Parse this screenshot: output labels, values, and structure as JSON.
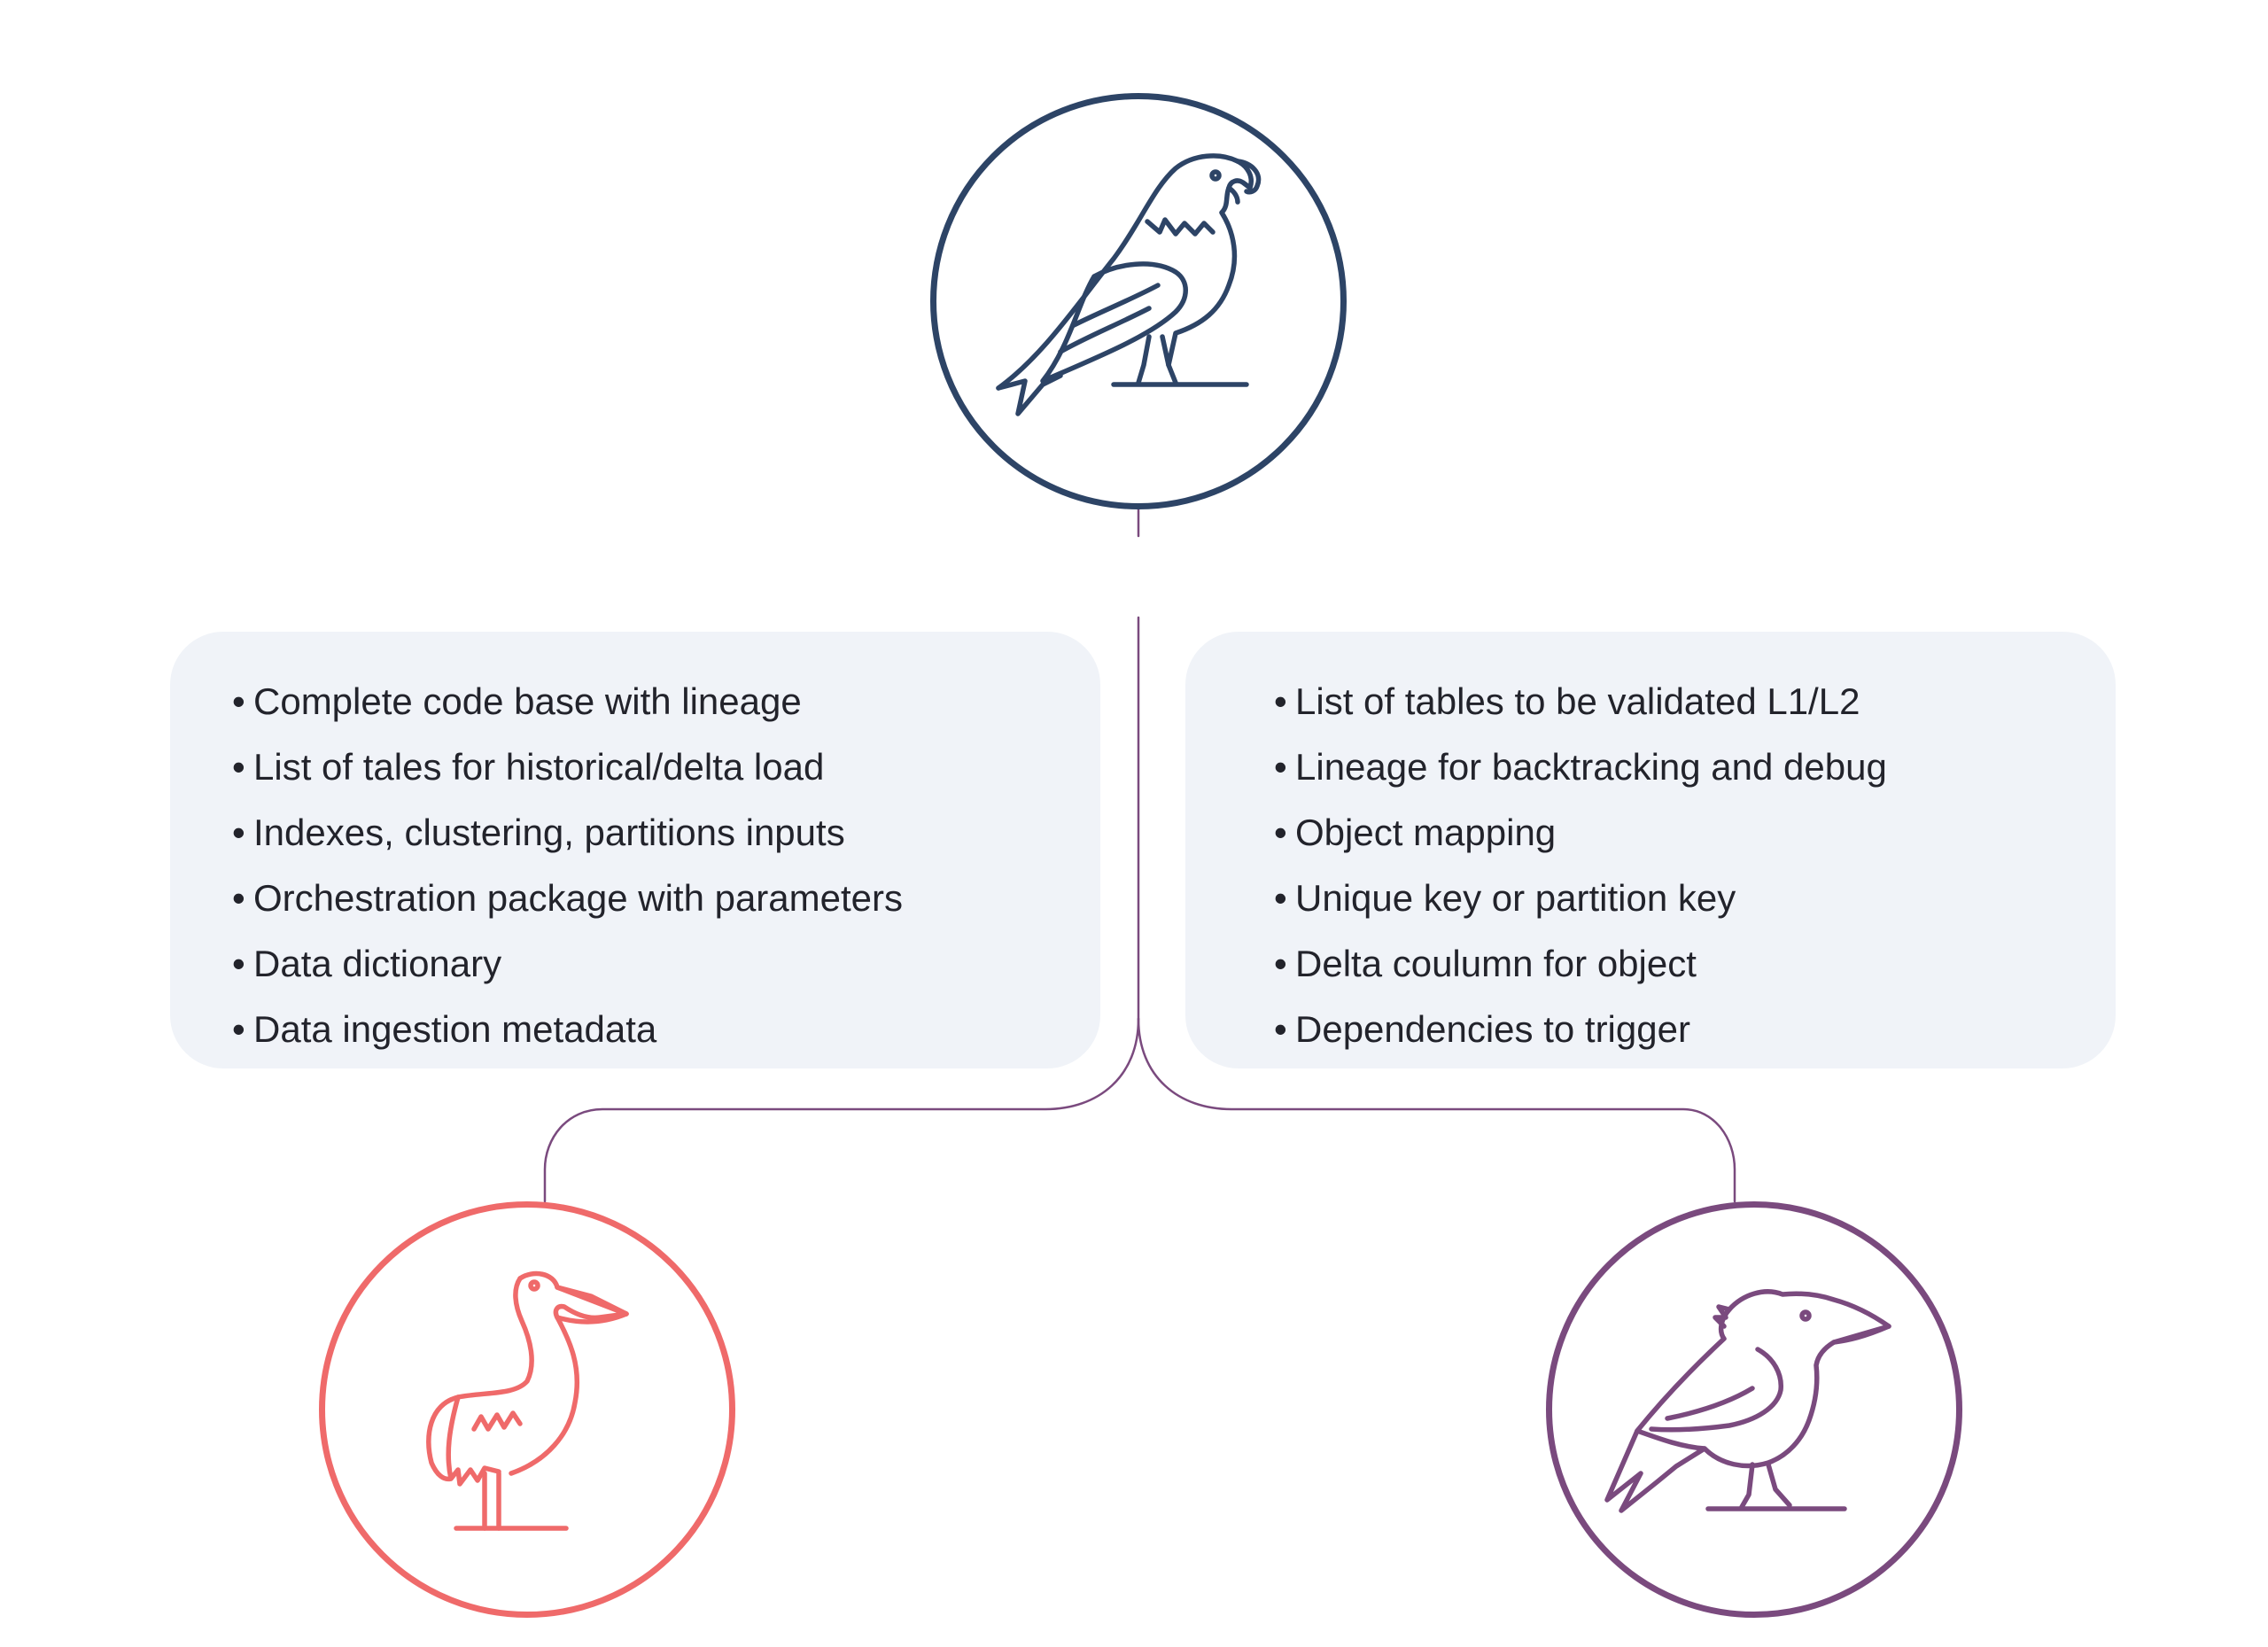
{
  "colors": {
    "eagle": "#2d4466",
    "pelican": "#ef6a6a",
    "crow": "#7a4a7e",
    "connector": "#7a4a7e",
    "panel_bg": "#f0f3f8",
    "text": "#22232b"
  },
  "icons": {
    "top": "eagle-icon",
    "bottom_left": "pelican-icon",
    "bottom_right": "crow-icon"
  },
  "left_panel": {
    "items": [
      "Complete code base with lineage",
      "List of tales for historical/delta load",
      "Indexes, clustering, partitions inputs",
      "Orchestration package with parameters",
      "Data dictionary",
      "Data ingestion metadata"
    ]
  },
  "right_panel": {
    "items": [
      "List of tables to be validated L1/L2",
      "Lineage for backtracking and debug",
      "Object mapping",
      "Unique key or partition key",
      "Delta coulumn for object",
      "Dependencies to trigger"
    ]
  }
}
